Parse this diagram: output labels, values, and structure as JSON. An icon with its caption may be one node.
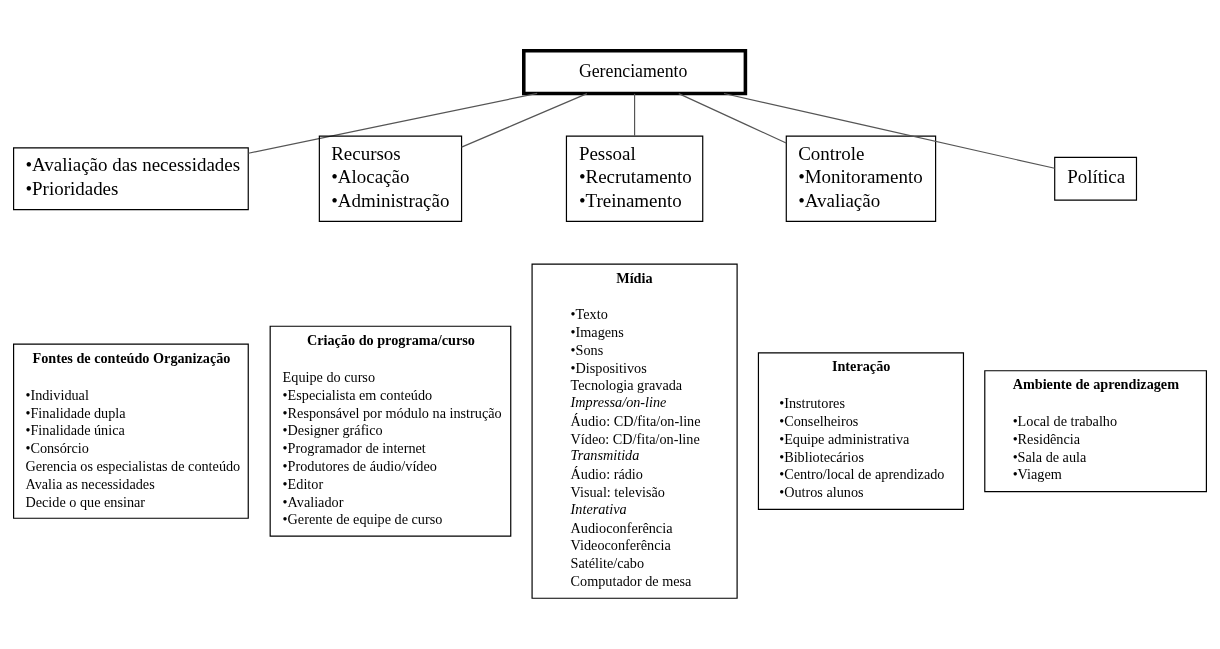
{
  "diagram": {
    "nodes": [
      {
        "text": [
          "Gerenciamento"
        ]
      },
      {
        "text": [
          "•Avaliação das necessidades",
          "•Prioridades"
        ]
      },
      {
        "text": [
          "Recursos",
          "•Alocação",
          "•Administração"
        ]
      },
      {
        "text": [
          "Pessoal",
          "•Recrutamento",
          "•Treinamento"
        ]
      },
      {
        "text": [
          "Controle",
          "•Monitoramento",
          "•Avaliação"
        ]
      },
      {
        "text": [
          "Política"
        ]
      },
      {
        "text": [
          "Fontes de conteúdo Organização",
          "•Individual",
          "•Finalidade dupla",
          "•Finalidade única",
          "•Consórcio",
          "Gerencia os especialistas de conteúdo",
          "Avalia as necessidades",
          "Decide o que ensinar"
        ]
      },
      {
        "text": [
          "Criação do programa/curso",
          "Equipe do curso",
          "•Especialista em conteúdo",
          "•Responsável por módulo na instrução",
          "•Designer gráfico",
          "•Programador de internet",
          "•Produtores de áudio/vídeo",
          "•Editor",
          "•Avaliador",
          "•Gerente de equipe de curso"
        ]
      },
      {
        "text": [
          "Mídia",
          "•Texto",
          "•Imagens",
          "•Sons",
          "•Dispositivos",
          "Tecnologia gravada",
          "Impressa/on-line",
          "Áudio: CD/fita/on-line",
          "Vídeo: CD/fita/on-line",
          "Transmitida",
          "Áudio: rádio",
          "Visual: televisão",
          "Interativa",
          "Audioconferência",
          "Videoconferência",
          "Satélite/cabo",
          "Computador de mesa"
        ]
      },
      {
        "text": [
          "Interação",
          "•Instrutores",
          "•Conselheiros",
          "•Equipe administrativa",
          "•Bibliotecários",
          "•Centro/local de aprendizado",
          "•Outros alunos"
        ]
      },
      {
        "text": [
          "Ambiente de aprendizagem",
          "•Local de trabalho",
          "•Residência",
          "•Sala de aula",
          "•Viagem"
        ]
      }
    ],
    "edges": [
      {
        "from": 0,
        "to": 1,
        "arrow": "none"
      },
      {
        "from": 0,
        "to": 2,
        "arrow": "none"
      },
      {
        "from": 0,
        "to": 3,
        "arrow": "none"
      },
      {
        "from": 0,
        "to": 4,
        "arrow": "none"
      },
      {
        "from": 0,
        "to": 5,
        "arrow": "none"
      }
    ]
  }
}
